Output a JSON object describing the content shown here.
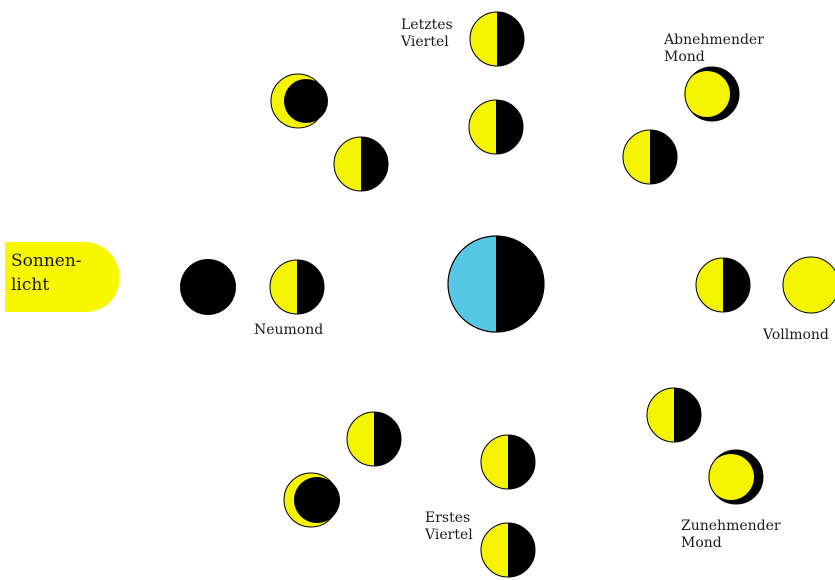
{
  "colors": {
    "moon_lit": "#f5f500",
    "moon_dark": "#000000",
    "earth_lit": "#55c8e6",
    "sun_glow": "#f7f700",
    "outline": "#000000"
  },
  "sunlight": {
    "line1": "Sonnen-",
    "line2": "licht"
  },
  "labels": {
    "neumond": "Neumond",
    "vollmond": "Vollmond",
    "erstes_viertel": {
      "line1": "Erstes",
      "line2": "Viertel"
    },
    "letztes_viertel": {
      "line1": "Letztes",
      "line2": "Viertel"
    },
    "abnehmender_mond": {
      "line1": "Abnehmender",
      "line2": "Mond"
    },
    "zunehmender_mond": {
      "line1": "Zunehmender",
      "line2": "Mond"
    }
  }
}
